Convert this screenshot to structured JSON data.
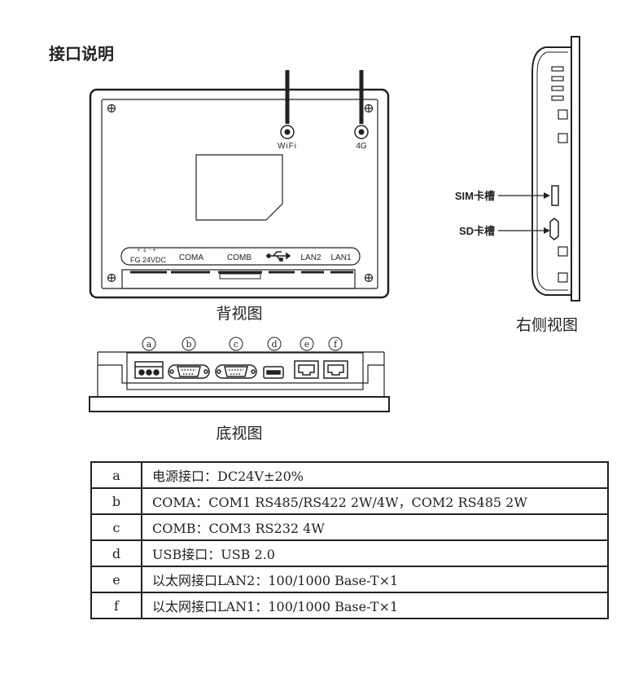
{
  "title": "接口说明",
  "back_view": {
    "caption": "背视图",
    "antennas": [
      "WiFi",
      "4G"
    ],
    "power_symbols": "+ ⏚ - +",
    "port_labels": [
      "FG 24VDC",
      "COMA",
      "COMB",
      "LAN2",
      "LAN1"
    ]
  },
  "right_view": {
    "caption": "右侧视图",
    "sim_label": "SIM卡槽",
    "sd_label": "SD卡槽"
  },
  "bottom_view": {
    "caption": "底视图",
    "port_letters": [
      "a",
      "b",
      "c",
      "d",
      "e",
      "f"
    ]
  },
  "specs": [
    {
      "key": "a",
      "desc": "电源接口：DC24V±20%"
    },
    {
      "key": "b",
      "desc": "COMA：COM1 RS485/RS422 2W/4W，COM2 RS485 2W"
    },
    {
      "key": "c",
      "desc": "COMB：COM3 RS232 4W"
    },
    {
      "key": "d",
      "desc": "USB接口：USB 2.0"
    },
    {
      "key": "e",
      "desc": "以太网接口LAN2：100/1000 Base-T×1"
    },
    {
      "key": "f",
      "desc": "以太网接口LAN1：100/1000 Base-T×1"
    }
  ]
}
